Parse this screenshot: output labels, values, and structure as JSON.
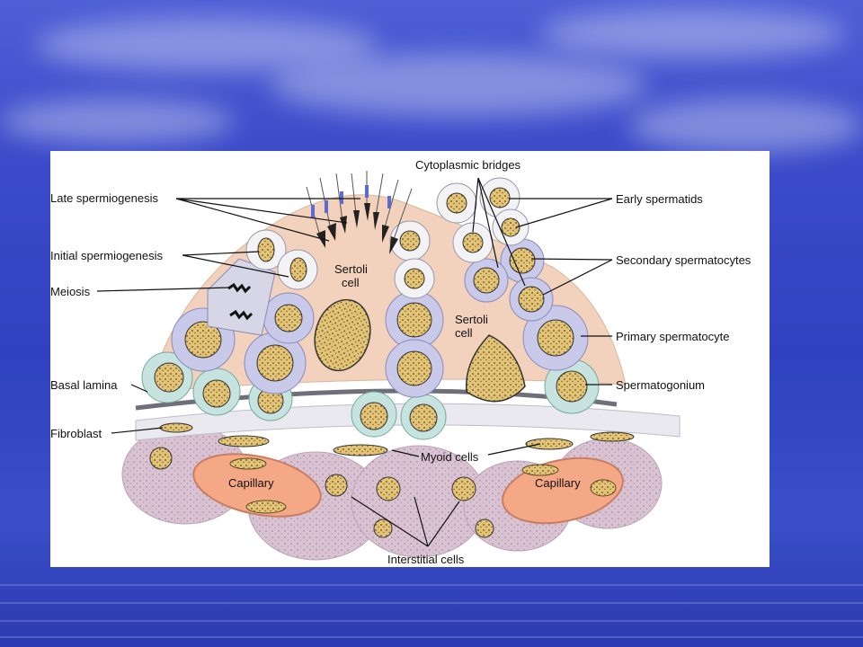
{
  "diagram": {
    "labels": {
      "late_spermiogenesis": "Late spermiogenesis",
      "initial_spermiogenesis": "Initial spermiogenesis",
      "meiosis": "Meiosis",
      "basal_lamina": "Basal lamina",
      "fibroblast": "Fibroblast",
      "cytoplasmic_bridges": "Cytoplasmic bridges",
      "early_spermatids": "Early spermatids",
      "secondary_spermatocytes": "Secondary spermatocytes",
      "primary_spermatocyte": "Primary spermatocyte",
      "spermatogonium": "Spermatogonium",
      "sertoli_cell_1_line1": "Sertoli",
      "sertoli_cell_1_line2": "cell",
      "sertoli_cell_2_line1": "Sertoli",
      "sertoli_cell_2_line2": "cell",
      "myoid_cells": "Myoid cells",
      "capillary_left": "Capillary",
      "capillary_right": "Capillary",
      "interstitial_cells": "Interstitial cells"
    }
  },
  "colors": {
    "background_blue": "#3042bf",
    "sertoli_cytoplasm": "#f2d2bd",
    "nucleus_fill": "#e6c77c",
    "spermatocyte_membrane": "#c9c9ea",
    "spermatogonium_membrane": "#c6e3e0",
    "capillary": "#f4a886",
    "interstitial": "#d7c2d0"
  }
}
